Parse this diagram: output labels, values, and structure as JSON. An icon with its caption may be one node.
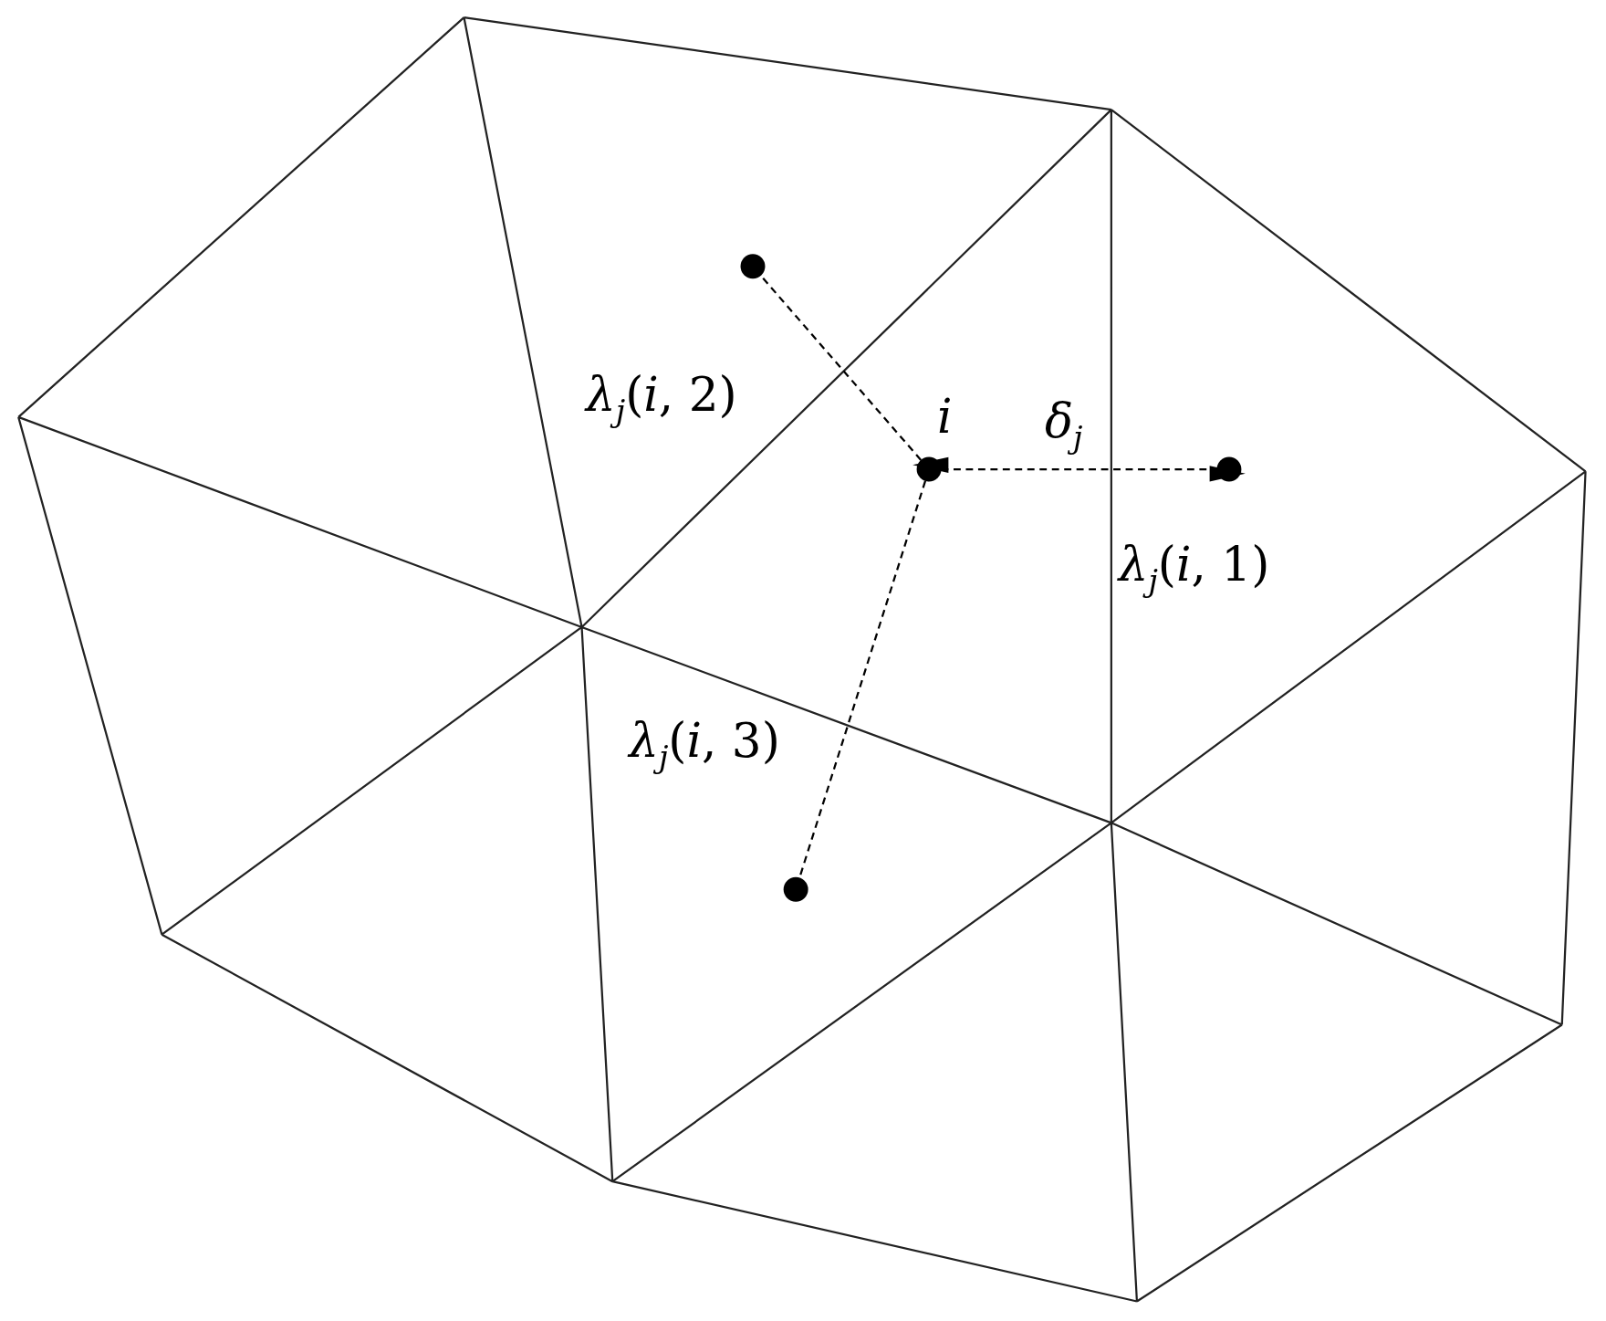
{
  "diagram": {
    "nodes": [
      {
        "text": [],
        "shape": "circle"
      },
      {
        "text": [],
        "shape": "circle",
        "beside": [
          "*i*"
        ]
      },
      {
        "text": [],
        "shape": "circle"
      },
      {
        "text": [],
        "shape": "circle"
      }
    ],
    "edges": [
      {
        "from": 1,
        "to": 0,
        "arrow": "none",
        "style": "dashed"
      },
      {
        "from": 1,
        "to": 2,
        "arrow": "both",
        "style": "dashed",
        "label": "*δ*$_{j}$"
      },
      {
        "from": 1,
        "to": 3,
        "arrow": "none",
        "style": "dashed"
      }
    ],
    "labels": [
      "*λ*$_{j}$(*i*, 2)",
      "*λ*$_{j}$(*i*, 1)",
      "*λ*$_{j}$(*i*, 3)"
    ]
  }
}
